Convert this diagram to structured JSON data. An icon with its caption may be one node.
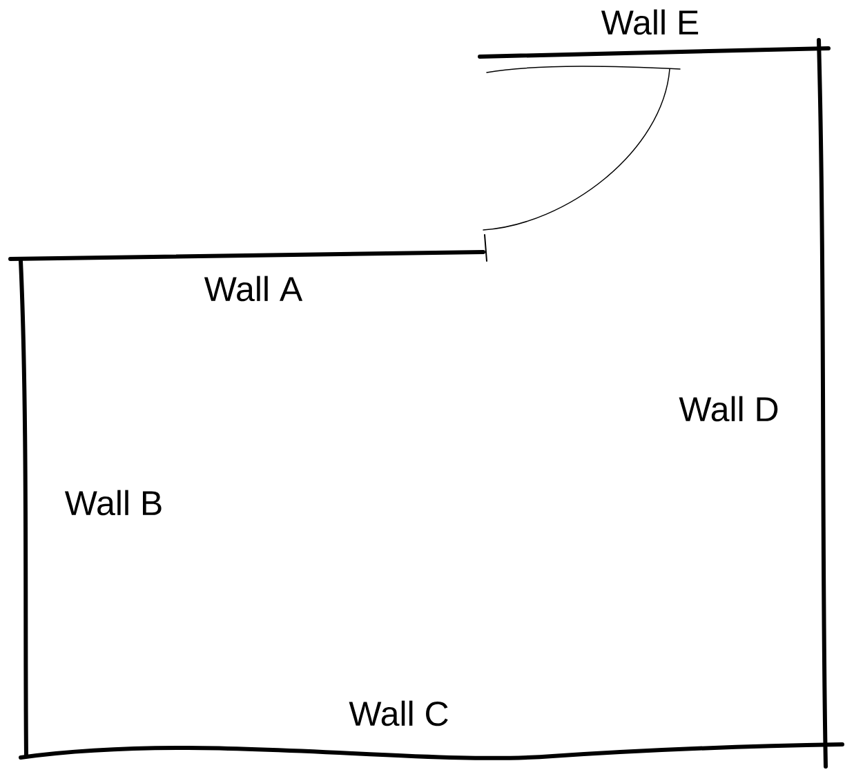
{
  "diagram": {
    "labels": [
      "Wall E",
      "Wall A",
      "Wall D",
      "Wall B",
      "Wall C"
    ]
  }
}
